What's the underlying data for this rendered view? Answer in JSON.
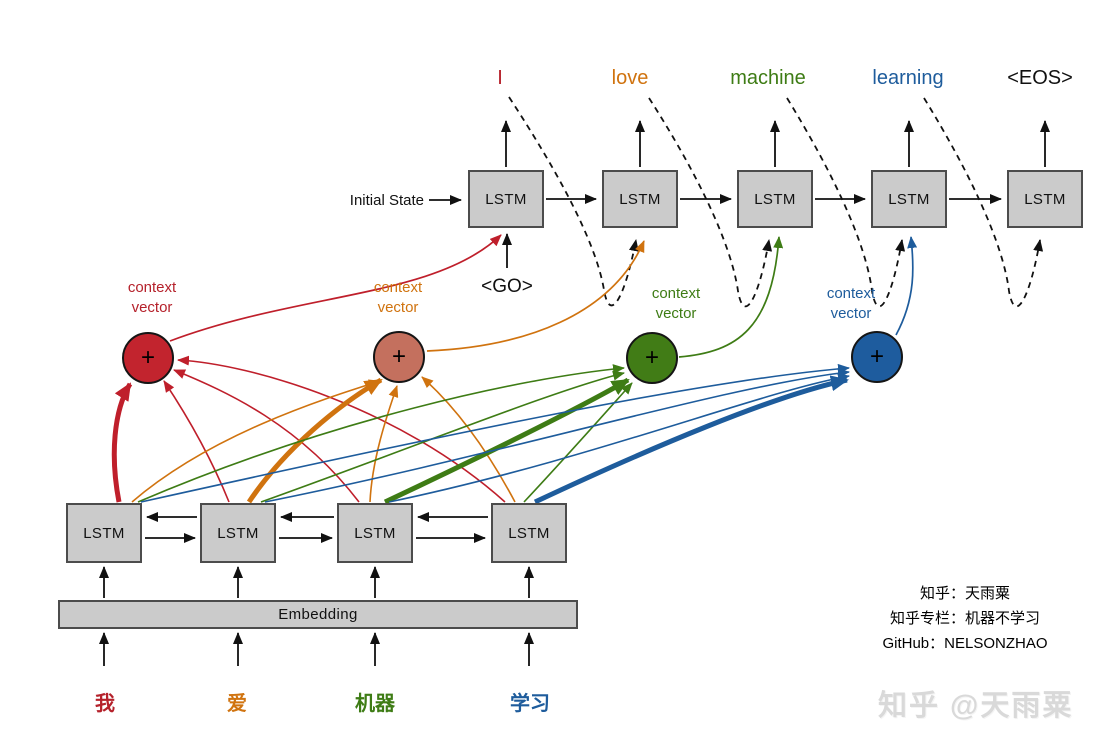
{
  "colors": {
    "red": "#bf1f2b",
    "orange": "#d0730f",
    "green": "#3e7c15",
    "blue": "#1e5c9c",
    "salmon_circle_fill": "#c4705e",
    "red_circle_fill": "#c2242e",
    "green_circle_fill": "#417c16",
    "blue_circle_fill": "#1e5c9e",
    "box_fill": "#cbcbcb",
    "box_border": "#4c4c4c",
    "watermark_gray": "#d9d9d9"
  },
  "decoder": {
    "initial_state_label": "Initial State",
    "go_token": "<GO>",
    "cells": [
      "LSTM",
      "LSTM",
      "LSTM",
      "LSTM",
      "LSTM"
    ],
    "outputs": [
      "I",
      "love",
      "machine",
      "learning",
      "<EOS>"
    ]
  },
  "attention": {
    "context_vectors": [
      {
        "label": "context\nvector",
        "symbol": "+",
        "color": "#c2242e"
      },
      {
        "label": "context\nvector",
        "symbol": "+",
        "color": "#c4705e"
      },
      {
        "label": "context\nvector",
        "symbol": "+",
        "color": "#417c16"
      },
      {
        "label": "context\nvector",
        "symbol": "+",
        "color": "#1e5c9e"
      }
    ]
  },
  "encoder": {
    "cells": [
      "LSTM",
      "LSTM",
      "LSTM",
      "LSTM"
    ],
    "embedding_label": "Embedding",
    "inputs": [
      "我",
      "爱",
      "机器",
      "学习"
    ]
  },
  "credits": {
    "zhihu": "知乎：天雨粟",
    "column": "知乎专栏：机器不学习",
    "github": "GitHub：NELSONZHAO",
    "watermark": "知乎 @天雨粟"
  }
}
